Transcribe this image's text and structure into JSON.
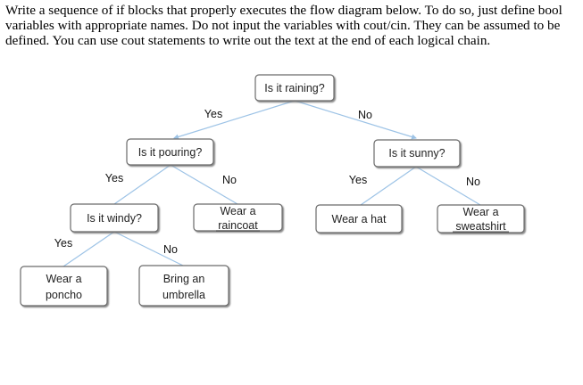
{
  "prompt": "Write a sequence of if blocks that properly executes the flow diagram below. To do so, just define bool variables with appropriate names. Do not input the variables with cout/cin. They can be assumed to be defined. You can use cout statements to write out the text at the end of each logical chain.",
  "diagram": {
    "nodes": {
      "raining": {
        "lines": [
          "Is it raining?"
        ]
      },
      "pouring": {
        "lines": [
          "Is it pouring?"
        ]
      },
      "sunny": {
        "lines": [
          "Is it sunny?"
        ]
      },
      "windy": {
        "lines": [
          "Is it windy?"
        ]
      },
      "raincoat": {
        "lines": [
          "Wear a",
          "raincoat"
        ]
      },
      "hat": {
        "lines": [
          "Wear a hat"
        ]
      },
      "sweatshirt": {
        "lines": [
          "Wear a",
          "sweatshirt"
        ]
      },
      "poncho": {
        "lines": [
          "Wear a",
          "poncho"
        ]
      },
      "umbrella": {
        "lines": [
          "Bring an",
          "umbrella"
        ]
      }
    },
    "edge_labels": {
      "raining_yes": "Yes",
      "raining_no": "No",
      "pouring_yes": "Yes",
      "pouring_no": "No",
      "sunny_yes": "Yes",
      "sunny_no": "No",
      "windy_yes": "Yes",
      "windy_no": "No"
    },
    "colors": {
      "connector": "#9dc3e6",
      "box_border": "#6b6b6b",
      "box_shadow": "#808080"
    }
  }
}
